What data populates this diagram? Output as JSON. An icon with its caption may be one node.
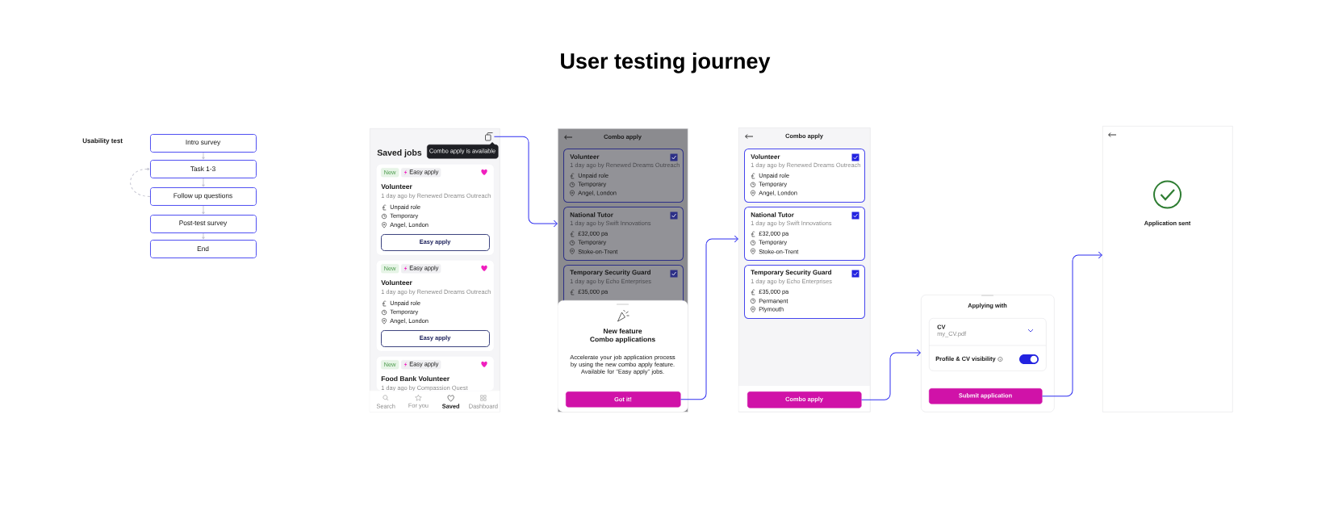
{
  "diagram": {
    "title": "User testing journey",
    "nodes": [
      {
        "text": [
          "Intro survey"
        ]
      },
      {
        "text": [
          "Task 1-3"
        ]
      },
      {
        "text": [
          "Follow up questions"
        ]
      },
      {
        "text": [
          "Post-test survey"
        ]
      },
      {
        "text": [
          "End"
        ]
      },
      {
        "text": [
          "Saved jobs"
        ]
      },
      {
        "text": [
          "Combo apply is available"
        ],
        "in": 5
      },
      {
        "text": [],
        "shape": "picture",
        "in": 5
      },
      {
        "text": [
          "Volunteer",
          "1 day ago by Renewed Dreams Outreach",
          "Unpaid role",
          "Temporary",
          "Angel, London"
        ],
        "in": 5
      },
      {
        "text": [
          "New"
        ],
        "in": 8
      },
      {
        "text": [
          "Easy apply"
        ],
        "in": 8
      },
      {
        "text": [
          "Easy apply"
        ],
        "in": 8
      },
      {
        "text": [
          "Volunteer",
          "1 day ago by Renewed Dreams Outreach",
          "Unpaid role",
          "Temporary",
          "Angel, London"
        ],
        "in": 5
      },
      {
        "text": [
          "New"
        ],
        "in": 12
      },
      {
        "text": [
          "Easy apply"
        ],
        "in": 12
      },
      {
        "text": [
          "Easy apply"
        ],
        "in": 12
      },
      {
        "text": [
          "Food Bank Volunteer",
          "1 day ago by Compassion Quest"
        ],
        "in": 5
      },
      {
        "text": [
          "New"
        ],
        "in": 16
      },
      {
        "text": [
          "Easy apply"
        ],
        "in": 16
      },
      {
        "text": [
          "Search",
          "For you",
          "Saved",
          "Dashboard"
        ],
        "in": 5
      },
      {
        "text": [
          "Combo apply"
        ]
      },
      {
        "text": [
          "Volunteer",
          "1 day ago by Renewed Dreams Outreach",
          "Unpaid role",
          "Temporary",
          "Angel, London"
        ],
        "in": 20
      },
      {
        "text": [
          "National Tutor",
          "1 day ago by Swift Innovations",
          "£32,000 pa",
          "Temporary",
          "Stoke-on-Trent"
        ],
        "in": 20
      },
      {
        "text": [
          "Temporary Security Guard",
          "1 day ago by Echo Enterprises",
          "£35,000 pa"
        ],
        "in": 20
      },
      {
        "text": [
          "New feature",
          "Combo applications",
          "Accelerate your job application process by using the new combo apply feature. Available for “Easy apply” jobs."
        ],
        "in": 20
      },
      {
        "text": [
          "Got it!"
        ],
        "in": 24
      },
      {
        "text": [
          "Combo apply"
        ]
      },
      {
        "text": [
          "Volunteer",
          "1 day ago by Renewed Dreams Outreach",
          "Unpaid role",
          "Temporary",
          "Angel, London"
        ],
        "in": 26
      },
      {
        "text": [
          "National Tutor",
          "1 day ago by Swift Innovations",
          "£32,000 pa",
          "Temporary",
          "Stoke-on-Trent"
        ],
        "in": 26
      },
      {
        "text": [
          "Temporary Security Guard",
          "1 day ago by Echo Enterprises",
          "£35,000 pa",
          "Permanent",
          "Plymouth"
        ],
        "in": 26
      },
      {
        "text": [
          "Combo apply"
        ],
        "in": 26
      },
      {
        "text": [
          "Applying with"
        ]
      },
      {
        "text": [
          "CV",
          "my_CV.pdf",
          "Profile & CV visibility"
        ],
        "in": 31
      },
      {
        "text": [
          "Submit application"
        ],
        "in": 31
      },
      {
        "text": [
          "Application sent"
        ]
      }
    ],
    "edges": [
      {
        "from": 0,
        "to": 1,
        "arrow": "to"
      },
      {
        "from": 1,
        "to": 2,
        "arrow": "to"
      },
      {
        "from": 2,
        "to": 3,
        "arrow": "to"
      },
      {
        "from": 3,
        "to": 4,
        "arrow": "to"
      },
      {
        "from": 2,
        "to": 1,
        "arrow": "to",
        "style": "dashed"
      },
      {
        "from": 7,
        "to": 20,
        "arrow": "to",
        "color": "#2f2ff0"
      },
      {
        "from": 25,
        "to": 26,
        "arrow": "to",
        "color": "#2f2ff0"
      },
      {
        "from": 30,
        "to": 31,
        "arrow": "to",
        "color": "#2f2ff0"
      },
      {
        "from": 33,
        "to": 34,
        "arrow": "to",
        "color": "#2f2ff0"
      }
    ],
    "labels": [
      "Usability test"
    ]
  }
}
